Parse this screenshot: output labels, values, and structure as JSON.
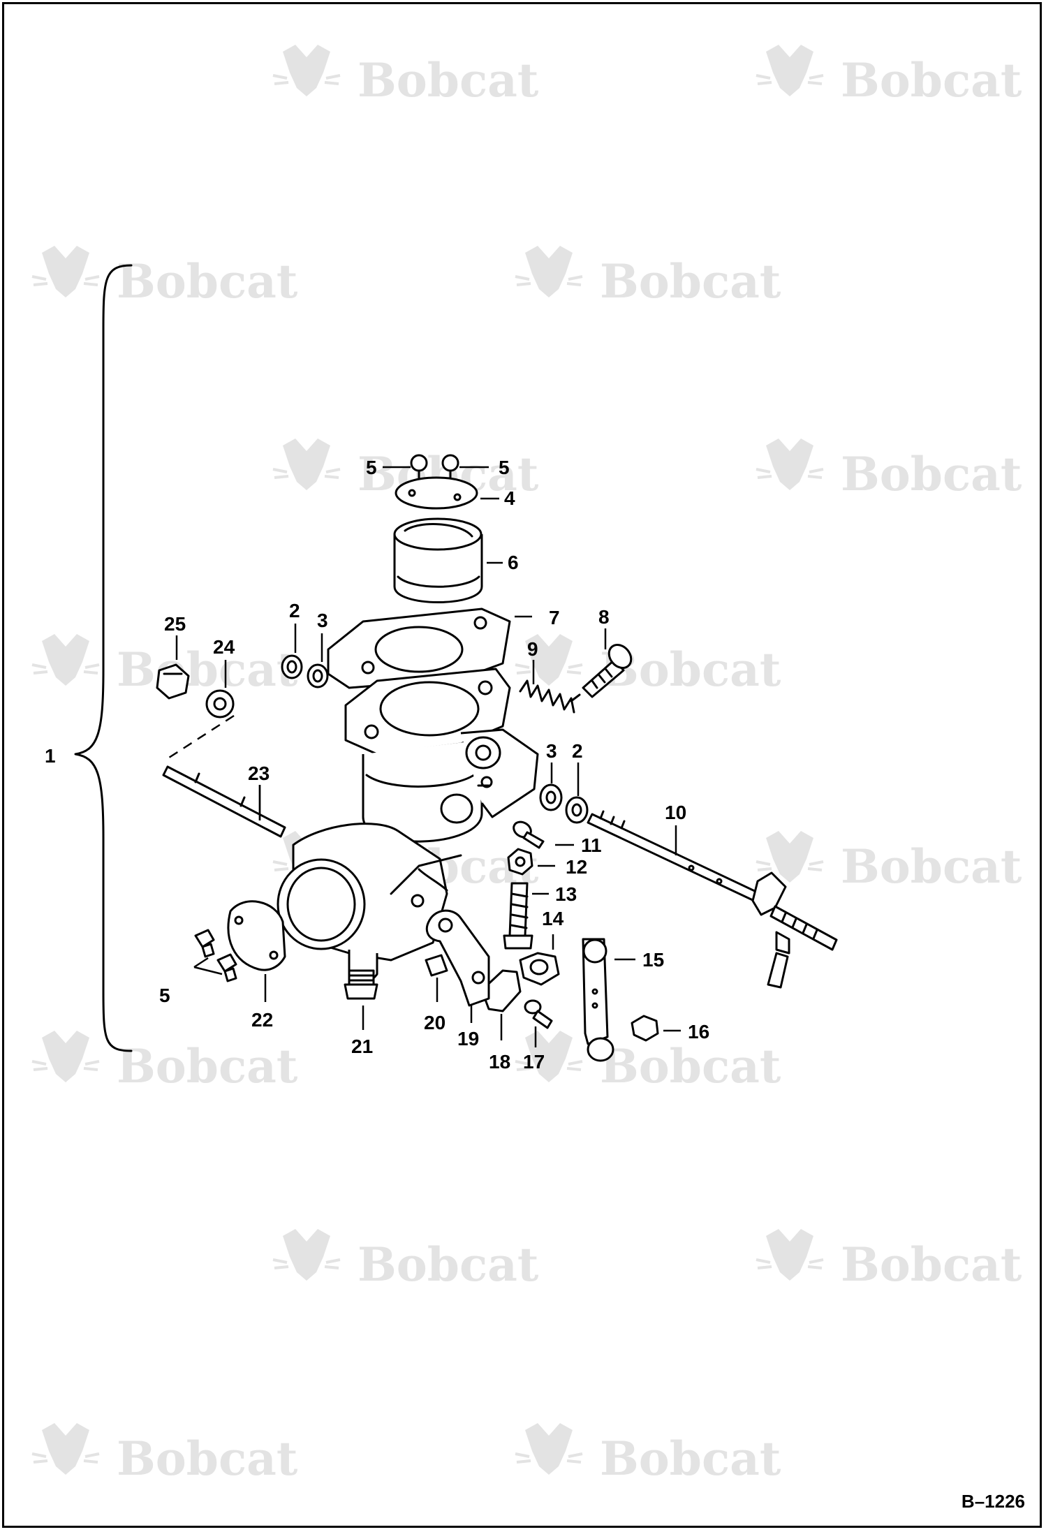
{
  "watermark": {
    "brand": "Bobcat",
    "color": "#e3e3e3"
  },
  "figure_id": "B–1226",
  "callouts": {
    "c1": "1",
    "c2a": "2",
    "c3a": "3",
    "c4": "4",
    "c5a": "5",
    "c5b": "5",
    "c6": "6",
    "c7": "7",
    "c8": "8",
    "c9": "9",
    "c3b": "3",
    "c2b": "2",
    "c10": "10",
    "c11": "11",
    "c12": "12",
    "c13": "13",
    "c14": "14",
    "c15": "15",
    "c16": "16",
    "c17": "17",
    "c18": "18",
    "c19": "19",
    "c20": "20",
    "c21": "21",
    "c22": "22",
    "c23": "23",
    "c24": "24",
    "c25": "25",
    "c5c": "5"
  }
}
